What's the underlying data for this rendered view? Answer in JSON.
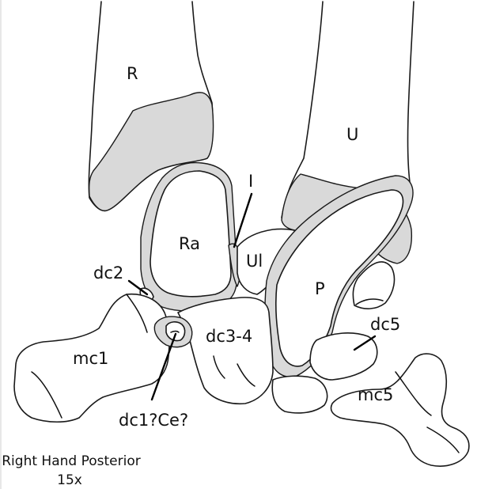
{
  "labels": {
    "R": "R",
    "U": "U",
    "I": "I",
    "Ra": "Ra",
    "Ul": "Ul",
    "dc2": "dc2",
    "P": "P",
    "dc5": "dc5",
    "mc1": "mc1",
    "dc3_4": "dc3-4",
    "mc5": "mc5",
    "dc1_ce": "dc1?Ce?"
  },
  "caption": {
    "line1": "Right Hand Posterior",
    "line2": "15x"
  },
  "colors": {
    "cartilage": "#d9d9d9",
    "outline": "#1a1a1a",
    "bone": "#ffffff"
  }
}
